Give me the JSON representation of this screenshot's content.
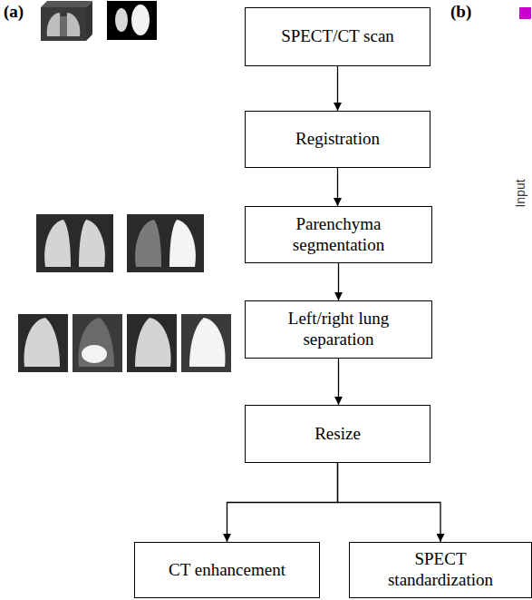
{
  "diagram": {
    "nodes": [
      {
        "text": [
          "SPECT/CT scan"
        ]
      },
      {
        "text": [
          "Registration"
        ]
      },
      {
        "text": [
          "Parenchyma segmentation"
        ]
      },
      {
        "text": [
          "Left/right lung separation"
        ]
      },
      {
        "text": [
          "Resize"
        ]
      },
      {
        "text": [
          "CT enhancement"
        ]
      },
      {
        "text": [
          "SPECT standardization"
        ]
      }
    ],
    "edges": [
      {
        "from": 0,
        "to": 1,
        "arrow": "to"
      },
      {
        "from": 1,
        "to": 2,
        "arrow": "to"
      },
      {
        "from": 2,
        "to": 3,
        "arrow": "to"
      },
      {
        "from": 3,
        "to": 4,
        "arrow": "to"
      },
      {
        "from": 4,
        "to": 5,
        "arrow": "to"
      },
      {
        "from": 4,
        "to": 6,
        "arrow": "to"
      }
    ],
    "labels": [
      "(a)",
      "(b)",
      "Input"
    ]
  }
}
